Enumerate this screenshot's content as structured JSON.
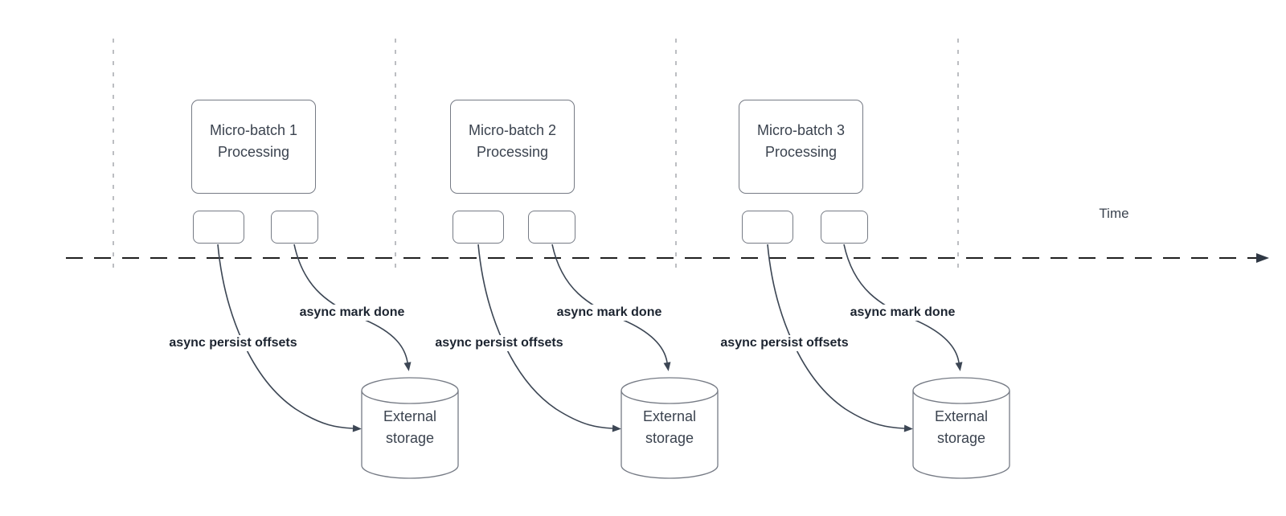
{
  "diagram": {
    "time_label": "Time",
    "sections": [
      {
        "title": "Micro-batch 1 Processing",
        "persist_label": "async persist offsets",
        "done_label": "async mark done",
        "storage_label": "External storage"
      },
      {
        "title": "Micro-batch 2 Processing",
        "persist_label": "async persist offsets",
        "done_label": "async mark done",
        "storage_label": "External storage"
      },
      {
        "title": "Micro-batch 3 Processing",
        "persist_label": "async persist offsets",
        "done_label": "async mark done",
        "storage_label": "External storage"
      }
    ],
    "colors": {
      "timeline": "#1f1f1f",
      "guide_line": "#a6a8ad",
      "arrow": "#3c4654",
      "shape_border": "#767b85",
      "shape_text": "#3b434f",
      "label_text": "#1c2430"
    }
  }
}
